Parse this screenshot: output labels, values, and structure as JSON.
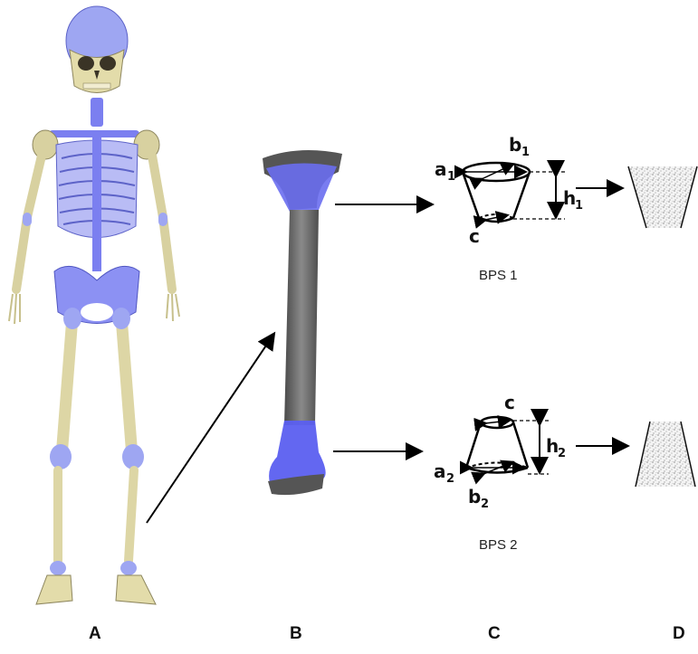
{
  "panels": {
    "a": "A",
    "b": "B",
    "c": "C",
    "d": "D"
  },
  "captions": {
    "bps1": "BPS 1",
    "bps2": "BPS 2"
  },
  "shape1": {
    "a": "a",
    "a_sub": "1",
    "b": "b",
    "b_sub": "1",
    "c": "c",
    "h": "h",
    "h_sub": "1"
  },
  "shape2": {
    "a": "a",
    "a_sub": "2",
    "b": "b",
    "b_sub": "2",
    "c": "c",
    "h": "h",
    "h_sub": "2"
  },
  "colors": {
    "highlight": "#7b7ff0",
    "bone": "#e3dcaa",
    "bone_gray": "#6e6e6e",
    "arrow": "#000000"
  }
}
